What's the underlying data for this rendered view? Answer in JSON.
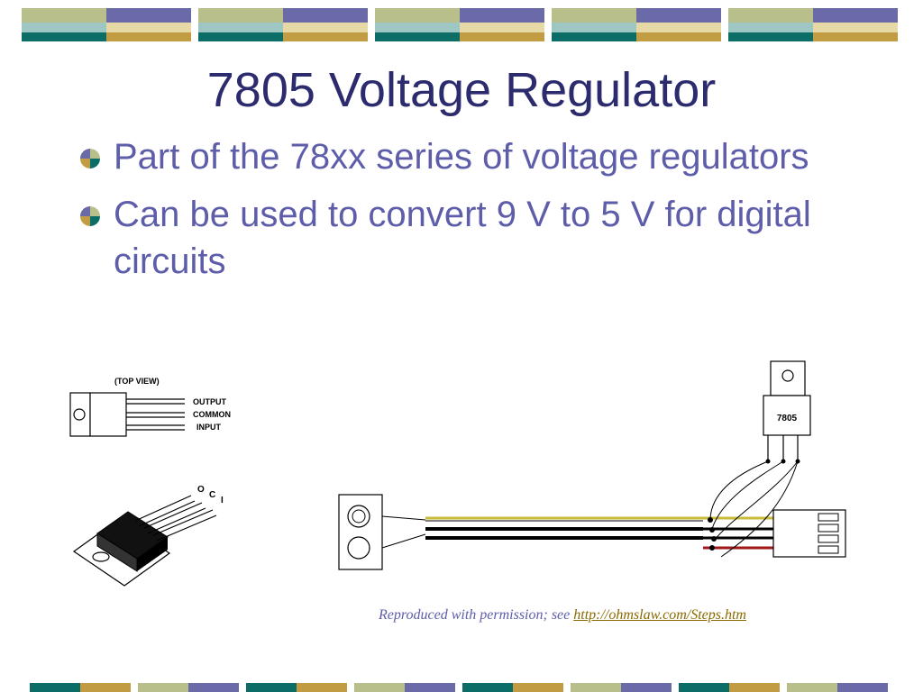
{
  "slide": {
    "title": "7805 Voltage Regulator",
    "bullets": [
      {
        "text": "Part of the 78xx series of voltage regulators"
      },
      {
        "text": "Can be used to convert 9 V to 5 V for digital circuits"
      }
    ]
  },
  "pinout_diagram": {
    "view_label": "(TOP VIEW)",
    "pins": [
      "OUTPUT",
      "COMMON",
      "INPUT"
    ],
    "lead_letters": [
      "O",
      "C",
      "I"
    ]
  },
  "wiring_diagram": {
    "chip_label": "7805"
  },
  "caption": {
    "text": "Reproduced with permission; see ",
    "link_text": "http://ohmslaw.com/Steps.htm"
  },
  "colors": {
    "title": "#2b2b6e",
    "bullet_text": "#5d5daa",
    "banner_olive": "#b8bf8a",
    "banner_purple": "#6a6aa8",
    "banner_teal": "#0b6d66",
    "banner_gold": "#c29c42",
    "link": "#8a6a00"
  }
}
